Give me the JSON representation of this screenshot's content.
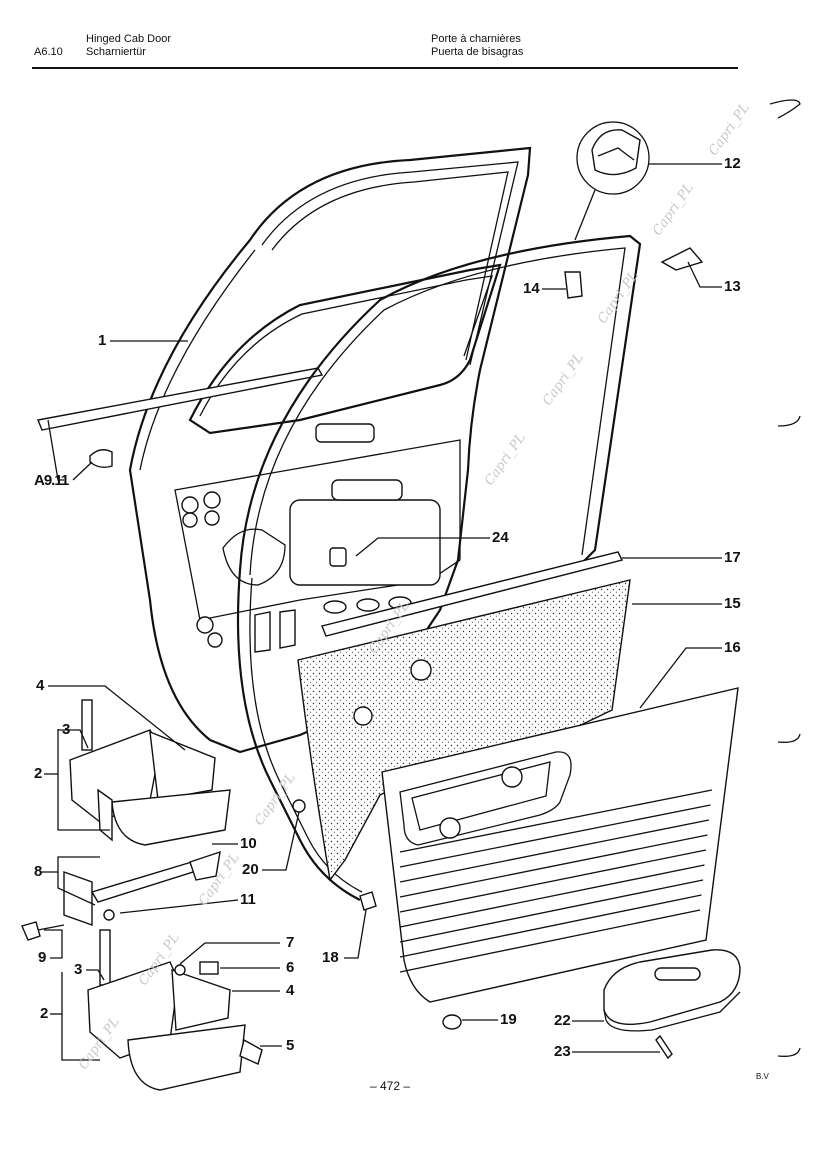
{
  "header": {
    "section_code": "A6.10",
    "title_en": "Hinged Cab Door",
    "title_de": "Scharniertür",
    "title_fr": "Porte à charnières",
    "title_es": "Puerta de bisagras"
  },
  "callouts": {
    "c1": "1",
    "c2a": "2",
    "c2b": "2",
    "c3a": "3",
    "c3b": "3",
    "c4a": "4",
    "c4b": "4",
    "c5": "5",
    "c6": "6",
    "c7": "7",
    "c8": "8",
    "c9": "9",
    "c10": "10",
    "c11": "11",
    "c12": "12",
    "c13": "13",
    "c14": "14",
    "c15": "15",
    "c16": "16",
    "c17": "17",
    "c18": "18",
    "c19": "19",
    "c20": "20",
    "c22": "22",
    "c23": "23",
    "c24": "24",
    "ref_a9": "A9.11"
  },
  "watermark": "Capri_PL",
  "footer": {
    "page": "– 472 –",
    "signature": "B.V"
  }
}
